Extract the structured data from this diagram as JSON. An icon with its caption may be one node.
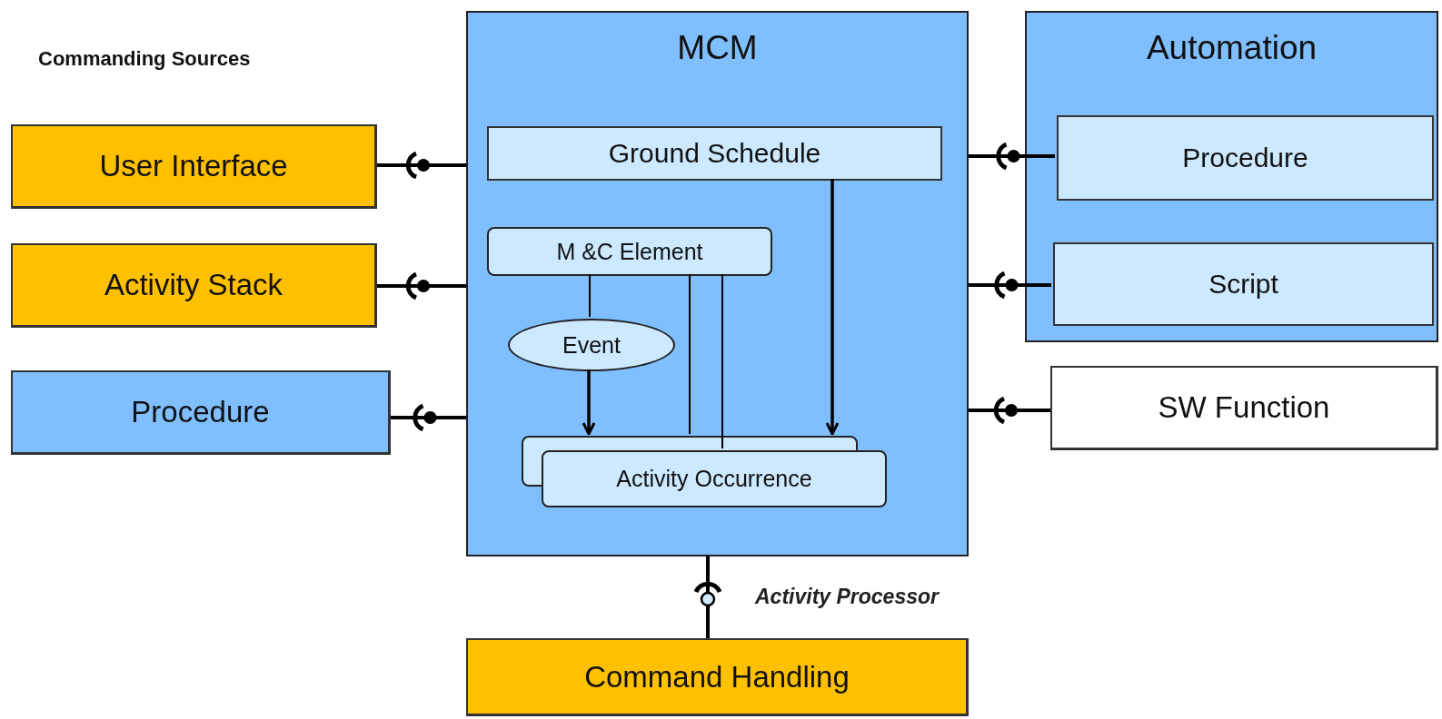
{
  "diagram": {
    "nodes": [
      {
        "text": [
          "User Interface"
        ]
      },
      {
        "text": [
          "Activity Stack"
        ]
      },
      {
        "text": [
          "Procedure"
        ]
      },
      {
        "text": [
          "MCM"
        ]
      },
      {
        "text": [
          "Ground Schedule"
        ],
        "in": 3
      },
      {
        "text": [
          "M &C Element"
        ],
        "in": 3
      },
      {
        "text": [
          "Event"
        ],
        "in": 3
      },
      {
        "text": [
          "Activity Occurrence"
        ],
        "in": 3
      },
      {
        "text": [
          "Automation"
        ]
      },
      {
        "text": [
          "Procedure"
        ],
        "in": 8
      },
      {
        "text": [
          "Script"
        ],
        "in": 8
      },
      {
        "text": [
          "SW Function"
        ]
      },
      {
        "text": [
          "Command Handling"
        ]
      }
    ],
    "edges": [
      {
        "from": 0,
        "to": 3,
        "arrow": "none"
      },
      {
        "from": 1,
        "to": 3,
        "arrow": "none"
      },
      {
        "from": 2,
        "to": 3,
        "arrow": "none"
      },
      {
        "from": 3,
        "to": 9,
        "arrow": "none"
      },
      {
        "from": 3,
        "to": 10,
        "arrow": "none"
      },
      {
        "from": 3,
        "to": 11,
        "arrow": "none"
      },
      {
        "from": 3,
        "to": 12,
        "arrow": "none",
        "label": "Activity Processor"
      },
      {
        "from": 4,
        "to": 7,
        "arrow": "to"
      },
      {
        "from": 5,
        "to": 6,
        "arrow": "none"
      },
      {
        "from": 6,
        "to": 7,
        "arrow": "to"
      },
      {
        "from": 5,
        "to": 7,
        "arrow": "none"
      },
      {
        "from": 5,
        "to": 7,
        "arrow": "none"
      }
    ],
    "labels": [
      "Commanding Sources"
    ]
  }
}
